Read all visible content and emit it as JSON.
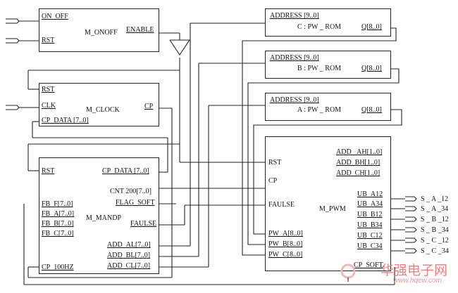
{
  "blocks": {
    "onoff": {
      "name": "M_ONOFF",
      "in1": "ON_OFF",
      "in2": "RST",
      "out": "ENABLE"
    },
    "clock": {
      "name": "M_CLOCK",
      "in1": "RST",
      "in2": "CLK",
      "in3": "CP_DATA [7..0]",
      "out": "CP"
    },
    "mandp": {
      "name": "M_MANDP",
      "rst": "RST",
      "fb_f": "FB_F[7..0]",
      "fb_a": "FB_A[7..0]",
      "fb_b": "FB_B[7..0]",
      "fb_c": "FB_C[7..0]",
      "cp100": "CP_100HZ",
      "cp_data": "CP_DATA [7..0]",
      "cnt200": "CNT 200[7..0]",
      "flag_soft": "FLAG_SOFT",
      "faulse": "FAULSE",
      "add_al": "ADD_AL[7..0]",
      "add_bl": "ADD_BL[7..0]",
      "add_cl": "ADD_CL[7..0]"
    },
    "rom_c": {
      "addr": "ADDRESS [9..0]",
      "name": "C : PW _ ROM",
      "q": "Q[8..0]"
    },
    "rom_b": {
      "addr": "ADDRESS [9..0]",
      "name": "B : PW _ ROM",
      "q": "Q[8..0]"
    },
    "rom_a": {
      "addr": "ADDRESS [9..0]",
      "name": "A : PW _ ROM",
      "q": "Q[8..0]"
    },
    "pwm": {
      "name": "M_PWM",
      "rst": "RST",
      "cp": "CP",
      "faulse": "FAULSE",
      "pw_a": "PW_A[8..0]",
      "pw_b": "PW_B[8..0]",
      "pw_c": "PW_C[8..0]",
      "add_ah": "ADD _AH[1..0]",
      "add_bh": "ADD_BH[1..0]",
      "add_ch": "ADD_CH[1..0]",
      "ub_a12": "UB_A12",
      "ub_a34": "UB_A34",
      "ub_b12": "UB_B12",
      "ub_b34": "UB_B34",
      "ub_c12": "UB_C12",
      "ub_c34": "UB_C34",
      "cp_soft": "CP_SOFT"
    }
  },
  "outputs": [
    "S _ A _12",
    "S _ A _34",
    "S _ B _12",
    "S _ B _34",
    "S _ C _12",
    "S _ C _34"
  ],
  "watermark": {
    "cn": "华强电子网",
    "url": "www.hqew.com"
  }
}
